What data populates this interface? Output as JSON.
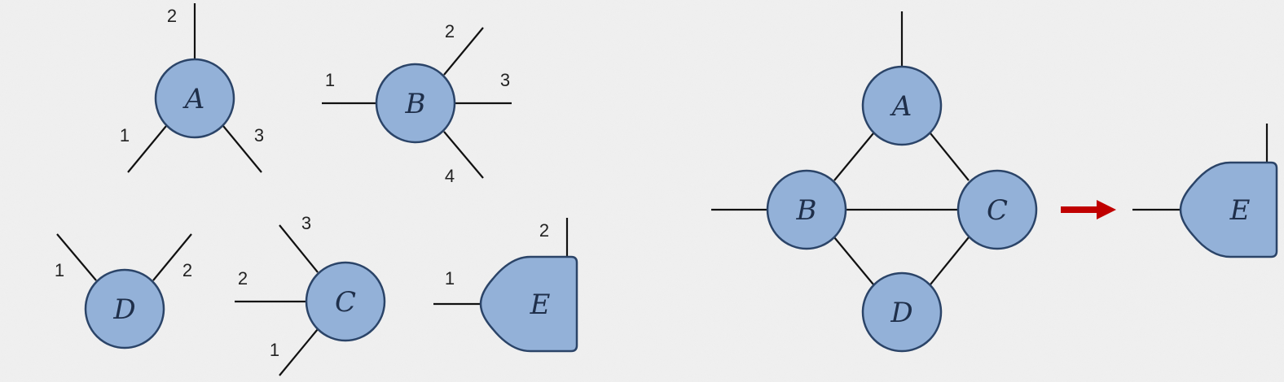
{
  "nodes": {
    "a": "A",
    "b": "B",
    "c": "C",
    "d": "D",
    "e": "E"
  },
  "legs": {
    "a": [
      "1",
      "2",
      "3"
    ],
    "b": [
      "1",
      "2",
      "3",
      "4"
    ],
    "c": [
      "1",
      "2",
      "3"
    ],
    "d": [
      "1",
      "2"
    ],
    "e": [
      "1",
      "2"
    ]
  },
  "colors": {
    "node_fill": "#93b1d8",
    "node_stroke": "#2b4468",
    "edge": "#111111",
    "arrow": "#c00000",
    "background": "#eeeeee"
  },
  "icons": {
    "arrow": "right-arrow-icon"
  }
}
